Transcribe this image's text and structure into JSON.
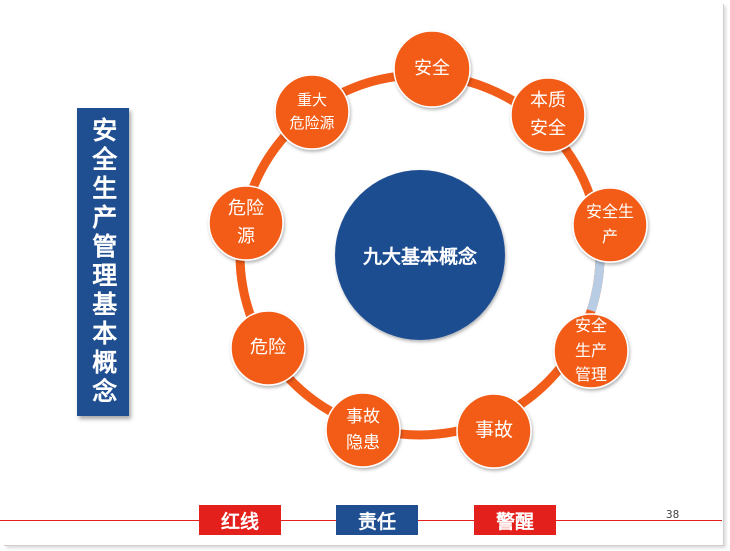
{
  "title": "安全生产管理基本概念",
  "center": "九大基本概念",
  "nodes": [
    {
      "label": "安全"
    },
    {
      "label": "本质\n安全"
    },
    {
      "label": "安全生\n产"
    },
    {
      "label": "安全\n生产\n管理"
    },
    {
      "label": "事故"
    },
    {
      "label": "事故\n隐患"
    },
    {
      "label": "危险"
    },
    {
      "label": "危险\n源"
    },
    {
      "label": "重大\n危险源"
    }
  ],
  "footer": {
    "tags": [
      "红线",
      "责任",
      "警醒"
    ],
    "page_number": "38"
  },
  "colors": {
    "node": "#f25c19",
    "ring": "#f25c19",
    "ring_gap": "#b8cde4",
    "center": "#1f4e91",
    "title_bg": "#1f4e91",
    "tag_red": "#e4201d",
    "tag_blue": "#1f4e91"
  }
}
